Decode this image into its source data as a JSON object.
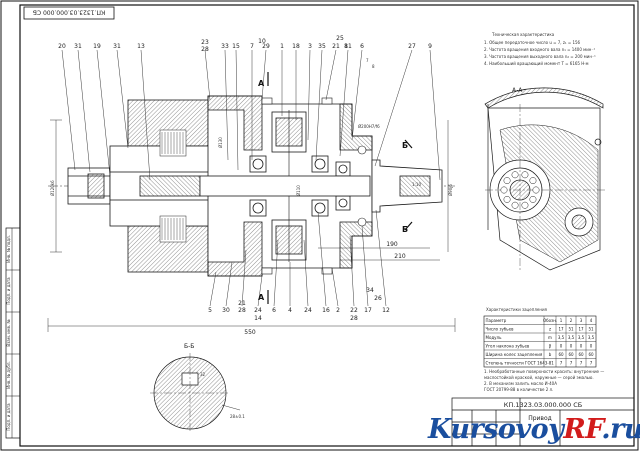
{
  "sheet": {
    "doc_number_rotated": "КП.1323.03.000.000 СБ",
    "title_block_code": "КП.1323.03.000.000 СБ",
    "section_a_label": "А-А",
    "section_b_label": "Б-Б",
    "cut_a_label": "А",
    "cut_b_label": "Б",
    "overall_length": "550",
    "dim_190": "190",
    "dim_210": "210",
    "dim_7": "7",
    "dim_8": "8",
    "dim_ratio": "1:10",
    "dim_phi_shaft": "Ø120k6",
    "dim_phi_right": "Ø90j6",
    "dim_phi_mid": "Ø200H7/f6",
    "dim_phi_1": "Ø130",
    "dim_phi_2": "Ø110",
    "dim_key": "28±0.1",
    "dim_key2": "32"
  },
  "callouts_top": [
    "20",
    "31",
    "19",
    "31",
    "13",
    "23",
    "28",
    "33",
    "15",
    "7",
    "29",
    "1",
    "18",
    "3",
    "35",
    "21",
    "11",
    "6",
    "27",
    "9",
    "10",
    "25",
    "8"
  ],
  "callouts_bottom": [
    "5",
    "30",
    "21",
    "28",
    "24",
    "14",
    "6",
    "4",
    "24",
    "16",
    "2",
    "22",
    "28",
    "17",
    "12",
    "34",
    "26"
  ],
  "tech_notes": {
    "heading": "Техническая характеристика",
    "lines": [
      "1. Общее передаточное число u = 7,  z₁ = 156",
      "2. Частота вращения входного вала  n₁ = 1400 мин⁻¹",
      "3. Частота вращения выходного вала  n₂ = 200 мин⁻¹",
      "4. Наибольший вращающий момент  T = 6165 Н·м"
    ]
  },
  "gear_table": {
    "heading": "Характеристики зацепления",
    "header": [
      "Параметр",
      "Обозн.",
      "1",
      "2",
      "3",
      "4"
    ],
    "rows": [
      [
        "Число зубьев",
        "z",
        "17",
        "51",
        "17",
        "51"
      ],
      [
        "Модуль",
        "m",
        "3,5",
        "3,5",
        "3,5",
        "3,5"
      ],
      [
        "Угол наклона зубьев",
        "β",
        "0",
        "0",
        "0",
        "0"
      ],
      [
        "Ширина колес зацепления",
        "b",
        "60",
        "60",
        "60",
        "60"
      ],
      [
        "Степень точности ГОСТ 1643-81",
        "",
        "7",
        "7",
        "7",
        "7"
      ]
    ]
  },
  "assembly_notes": [
    "1. Необработанные поверхности красить: внутренние —",
    "маслостойкой краской, наружные — серой эмалью.",
    "2. В механизм залить масло И-40А",
    "ГОСТ 20799-88 в количестве 2 л."
  ],
  "side_stamps": [
    "Инв. № подл.",
    "Подп. и дата",
    "Взам. инв. №",
    "Инв. № дубл.",
    "Подп. и дата"
  ],
  "title_block": {
    "doc_title": "Привод"
  },
  "watermark": {
    "part1": "Kursovoy",
    "part2": "RF",
    "part3": ".ru"
  },
  "colors": {
    "line": "#1a1a1a",
    "hatch": "#444444",
    "watermark_blue": "#1a4e9e",
    "watermark_red": "#d21c1c"
  }
}
